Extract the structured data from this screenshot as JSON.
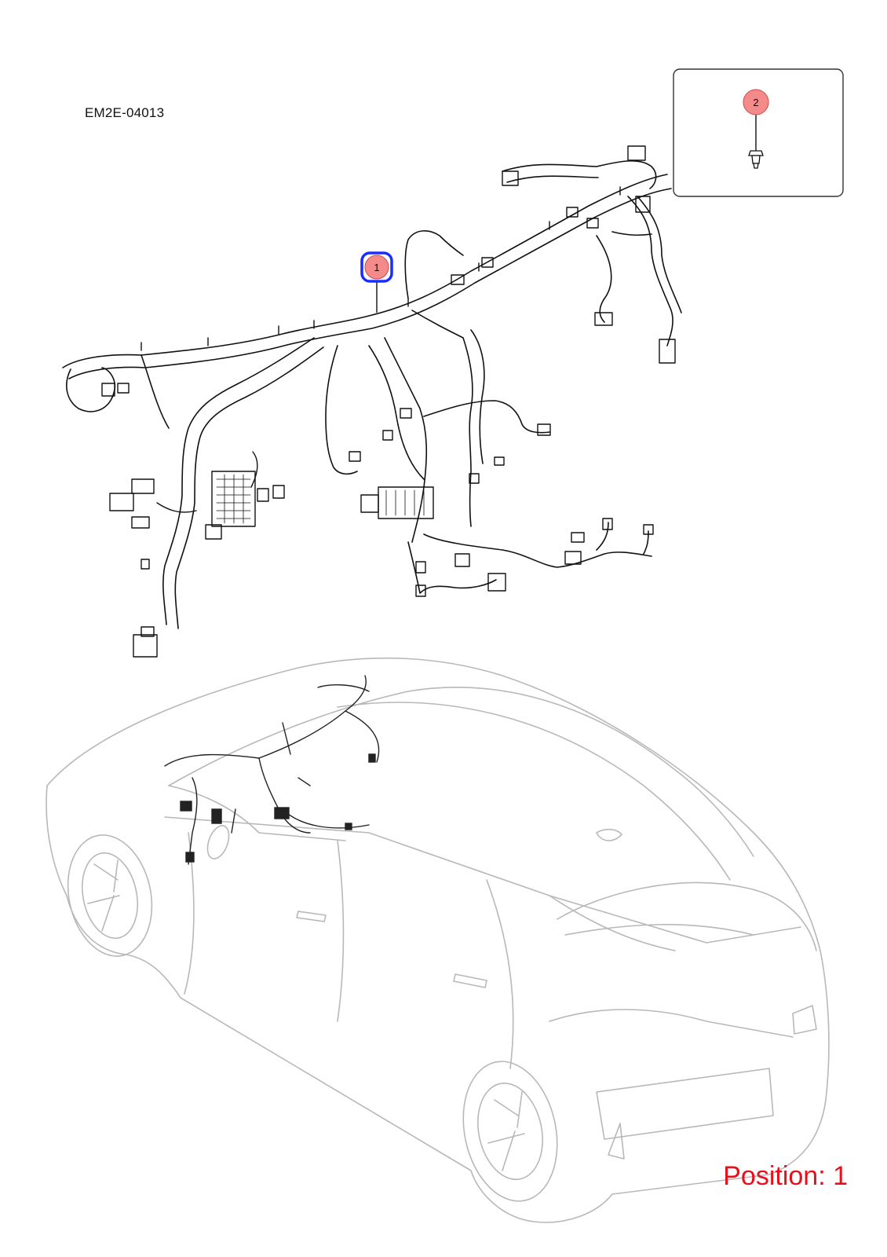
{
  "diagram": {
    "code": "EM2E-04013",
    "position_label": "Position: 1"
  },
  "callouts": [
    {
      "label": "1",
      "selected": true
    },
    {
      "label": "2",
      "selected": false
    }
  ],
  "colors": {
    "callout_fill": "#f48a8a",
    "callout_stroke": "#d04a4a",
    "selection_ring": "#1a2cff",
    "position_text": "#e8101b",
    "car_outline": "#b8b8b8",
    "harness_stroke": "#111111"
  }
}
